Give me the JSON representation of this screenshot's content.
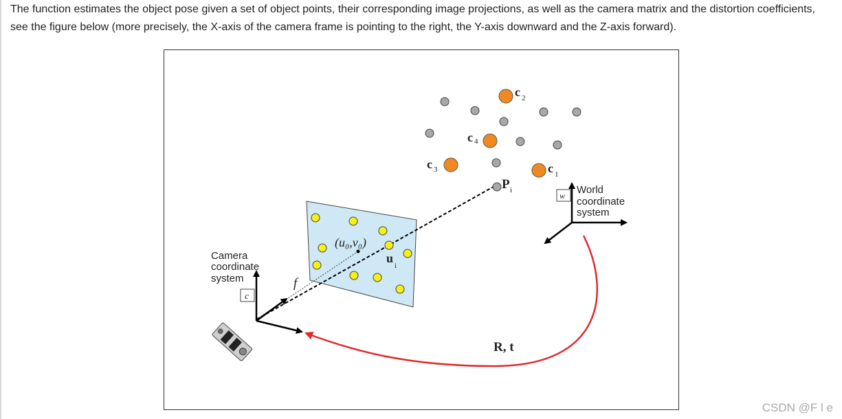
{
  "paragraph": {
    "text": "The function estimates the object pose given a set of object points, their corresponding image projections, as well as the camera matrix and the distortion coefficients, see the figure below (more precisely, the X-axis of the camera frame is pointing to the right, the Y-axis downward and the Z-axis forward)."
  },
  "figure": {
    "camera_label_line1": "Camera",
    "camera_label_line2": "coordinate",
    "camera_label_line3": "system",
    "camera_frame_letter": "c",
    "world_label_line1": "World",
    "world_label_line2": "coordinate",
    "world_label_line3": "system",
    "world_frame_letter": "w",
    "focal_label": "f",
    "principal_point_label": "(u₀,v₀)",
    "image_point_label": "u",
    "image_point_sub": "i",
    "object_point_label": "P",
    "object_point_sub": "i",
    "c1_label": "c",
    "c1_sub": "1",
    "c2_label": "c",
    "c2_sub": "2",
    "c3_label": "c",
    "c3_sub": "3",
    "c4_label": "c",
    "c4_sub": "4",
    "transform_label": "R, t",
    "colors": {
      "image_plane": "#cfe8f5",
      "control_point": "#f08a20",
      "image_point": "#f7ef1a",
      "object_point": "#a8a8a8",
      "transform_arrow": "#e0282a"
    }
  },
  "watermark": {
    "text": "CSDN @F l e"
  }
}
